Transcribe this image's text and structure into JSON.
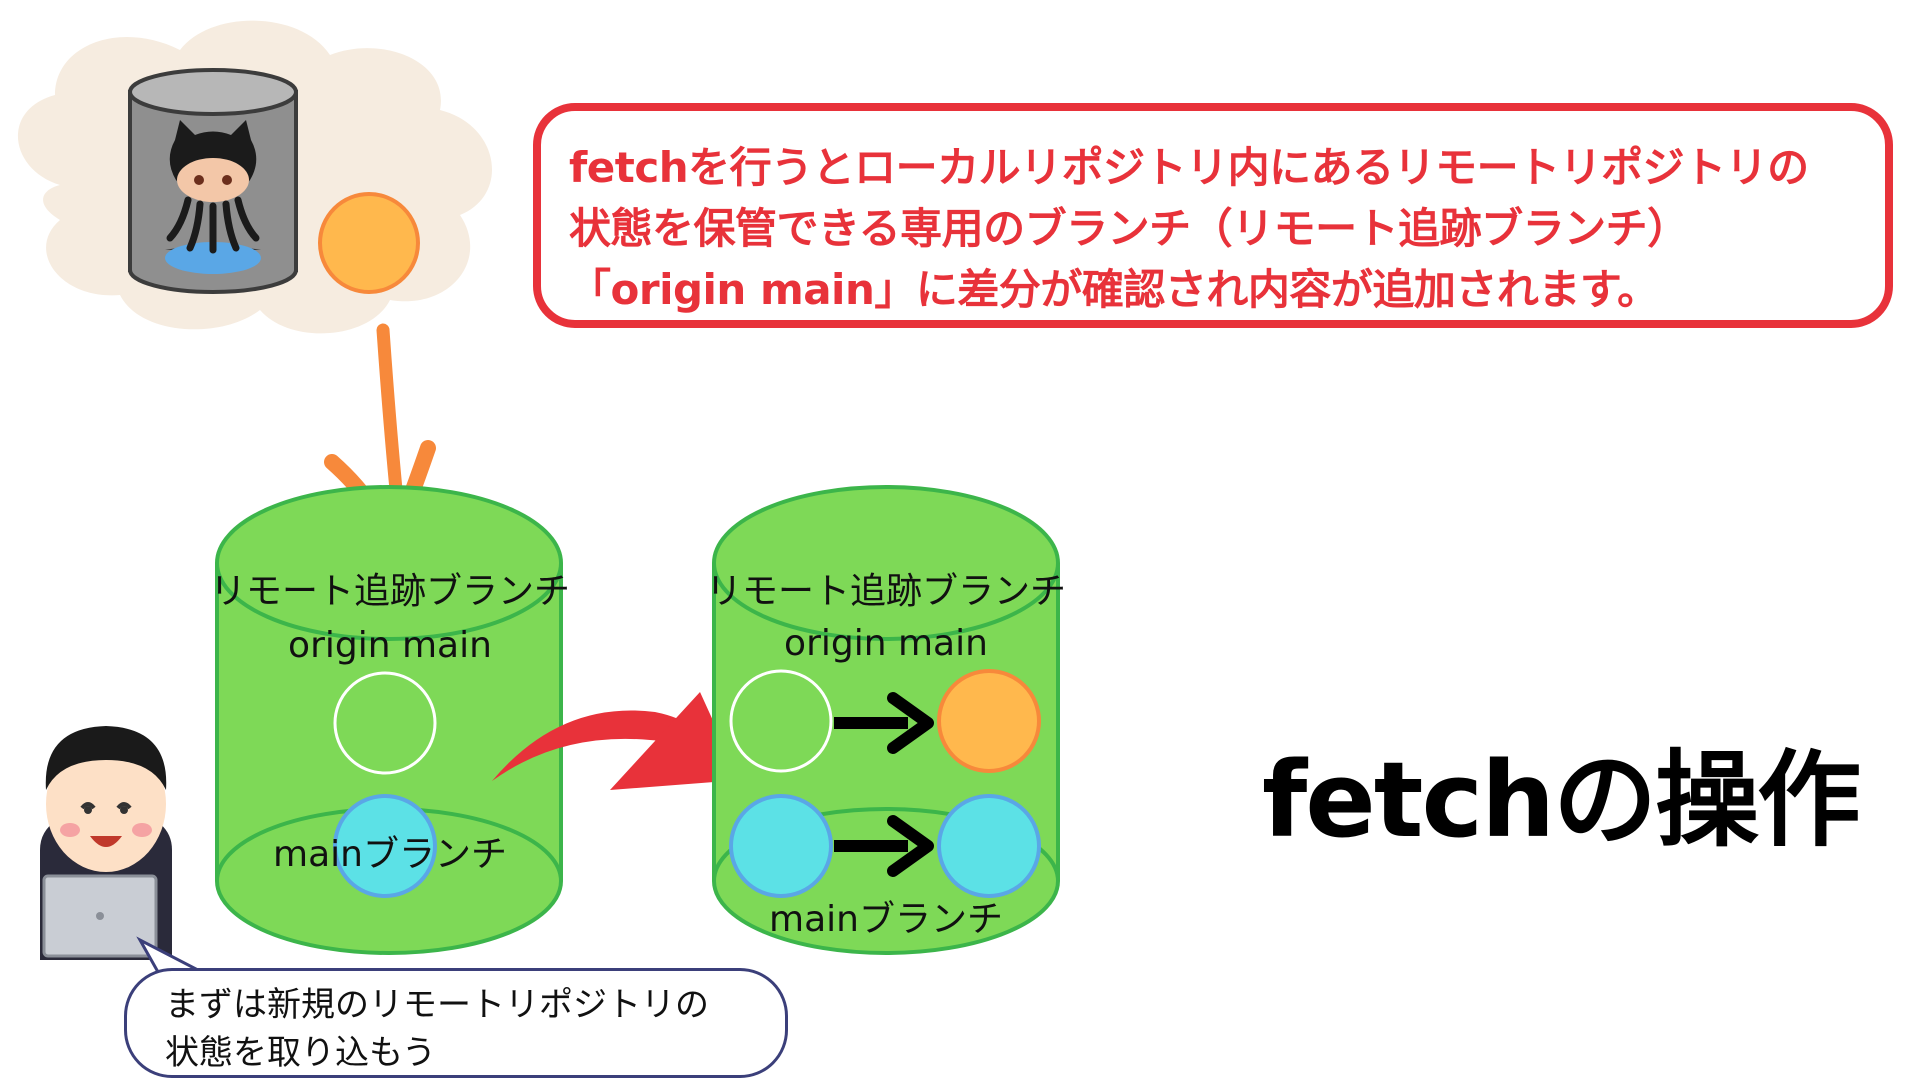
{
  "callout": {
    "lines": [
      "fetchを行うとローカルリポジトリ内にあるリモートリポジトリの",
      "状態を保管できる専用のブランチ（リモート追跡ブランチ）",
      "「origin main」に差分が確認され内容が追加されます。"
    ]
  },
  "left_repo": {
    "tracking_label": "リモート追跡ブランチ",
    "origin_label": "origin main",
    "main_label": "mainブランチ"
  },
  "right_repo": {
    "tracking_label": "リモート追跡ブランチ",
    "origin_label": "origin main",
    "main_label": "mainブランチ"
  },
  "title": "fetchの操作",
  "speech": {
    "lines": [
      "まずは新規のリモートリポジトリの",
      "状態を取り込もう"
    ]
  },
  "colors": {
    "cylinder_green": "#7ed957",
    "cylinder_border": "#3cb54a",
    "commit_orange": "#ffb84d",
    "commit_cyan": "#5ce1e6",
    "callout_red": "#e8323a",
    "fetch_arrow_orange": "#f7893b",
    "cloud": "#f6ece0"
  },
  "icons": [
    "github-octocat-icon",
    "person-with-laptop-icon"
  ]
}
